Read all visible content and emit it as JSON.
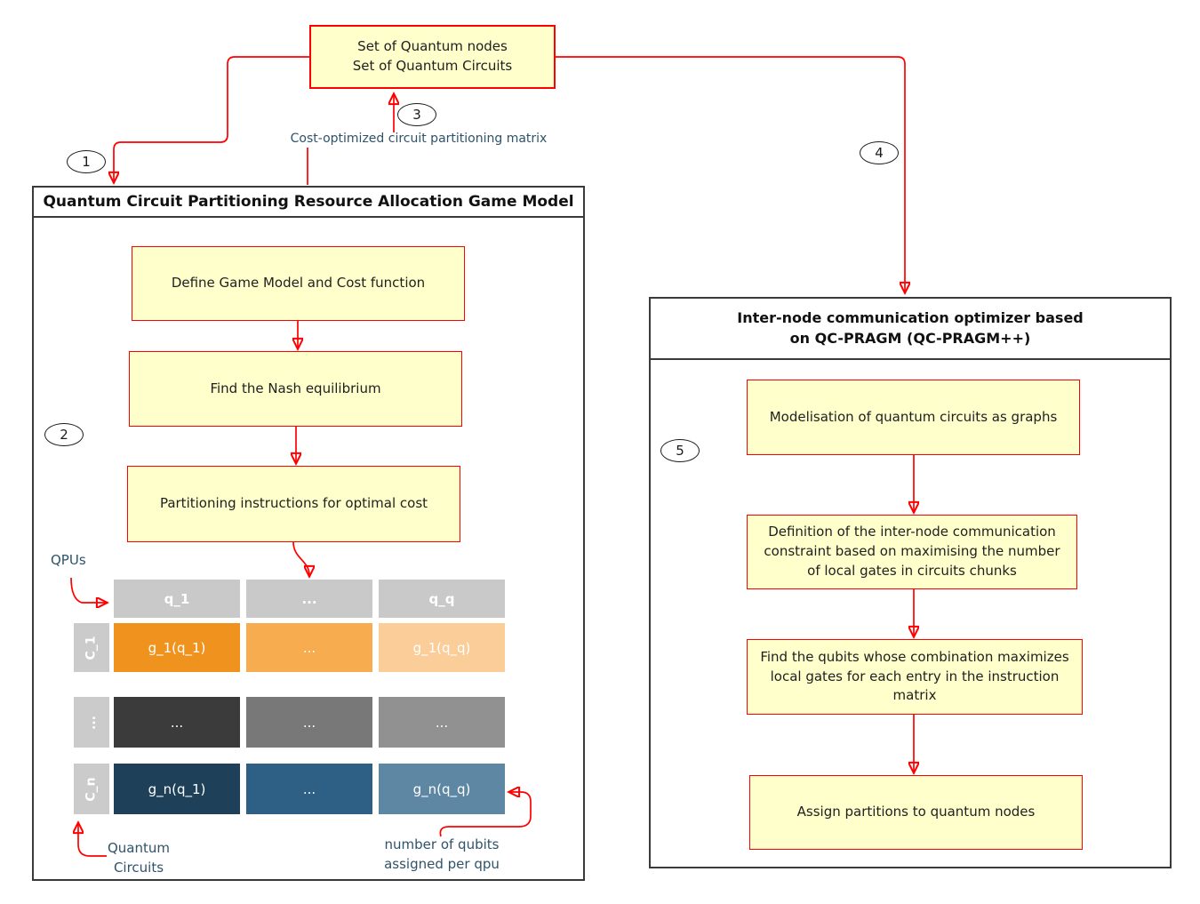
{
  "colors": {
    "accent_red": "#ff0000",
    "annotation_slate": "#2e536a",
    "process_box_fill": "#ffffcc",
    "panel_border": "#3a3a3a",
    "matrix_header_gray": "#c9c9c9",
    "matrix_label_gray": "#cbcbcb",
    "matrix_row1_oranges": [
      "#f0931e",
      "#f6ac4f",
      "#facd99"
    ],
    "matrix_row2_grays": [
      "#3b3b3b",
      "#787878",
      "#919191"
    ],
    "matrix_row3_blues": [
      "#1e4159",
      "#2e5f84",
      "#5e87a4"
    ]
  },
  "step_badges": [
    "1",
    "2",
    "3",
    "4",
    "5"
  ],
  "top_box": {
    "line1": "Set of Quantum nodes",
    "line2": "Set of Quantum Circuits"
  },
  "annotations": {
    "cost_optimized": "Cost-optimized circuit partitioning matrix",
    "qpus": "QPUs",
    "quantum_circuits_line1": "Quantum",
    "quantum_circuits_line2": "Circuits",
    "qubits_line1": "number of qubits",
    "qubits_line2": "assigned per qpu"
  },
  "left_panel": {
    "title": "Quantum Circuit Partitioning Resource Allocation Game Model",
    "steps": [
      "Define Game Model and Cost function",
      "Find the Nash equilibrium",
      "Partitioning instructions for optimal cost"
    ],
    "matrix": {
      "col_headers": [
        "q_1",
        "...",
        "q_q"
      ],
      "row_labels": [
        "C_1",
        "...",
        "C_n"
      ],
      "rows": [
        [
          "g_1(q_1)",
          "...",
          "g_1(q_q)"
        ],
        [
          "...",
          "...",
          "..."
        ],
        [
          "g_n(q_1)",
          "...",
          "g_n(q_q)"
        ]
      ]
    }
  },
  "right_panel": {
    "title_line1": "Inter-node communication optimizer based",
    "title_line2": "on QC-PRAGM (QC-PRAGM++)",
    "steps": [
      "Modelisation of quantum circuits as graphs",
      "Definition of the inter-node communication constraint based on maximising the number of local gates in circuits chunks",
      "Find the qubits whose combination maximizes local gates for each entry in the instruction matrix",
      "Assign partitions to quantum nodes"
    ]
  }
}
